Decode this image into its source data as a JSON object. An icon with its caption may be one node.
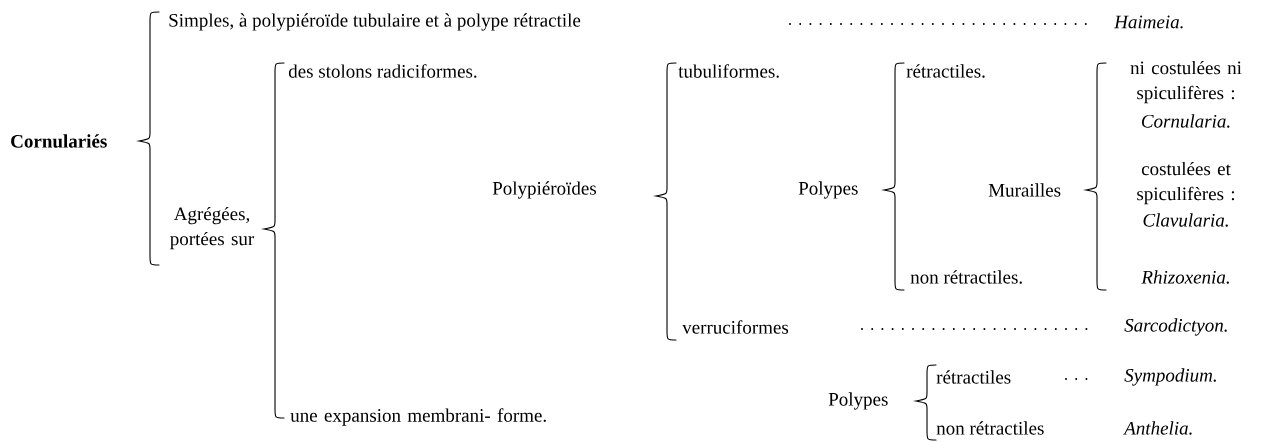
{
  "diagram": {
    "labels": [
      "Cornulariés",
      "Simples, à polypiéroïde tubulaire et à polype rétractile",
      "Haimeia.",
      "Agrégées, portées sur",
      "des stolons radiciformes.",
      "une expansion membrani- forme.",
      "Polypiéroïdes",
      "tubuliformes.",
      "verruciformes",
      "Polypes",
      "rétractiles.",
      "non rétractiles.",
      "Murailles",
      "ni costulées ni spiculifères :",
      "Cornularia.",
      "costulées et spiculifères :",
      "Clavularia.",
      "Rhizoxenia.",
      "Sarcodictyon.",
      "Polypes",
      "rétractiles",
      "Sympodium.",
      "non rétractiles",
      "Anthelia."
    ]
  }
}
